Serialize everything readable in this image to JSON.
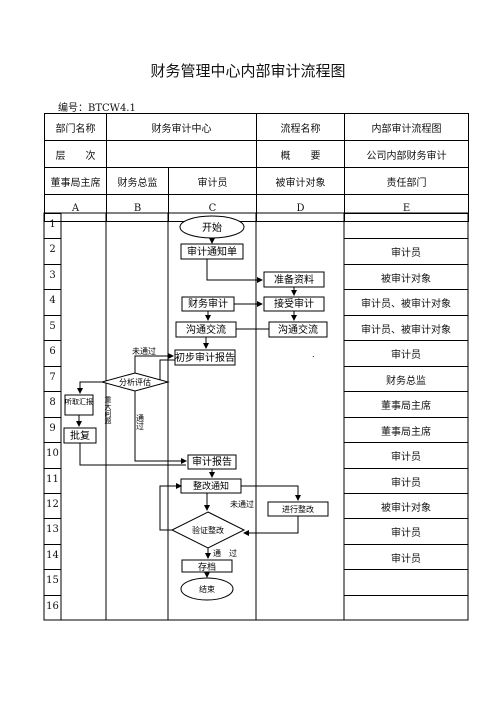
{
  "title": "财务管理中心内部审计流程图",
  "code": "编号：BTCW4.1",
  "header": {
    "row1": [
      "部门名称",
      "财务审计中心",
      "流程名称",
      "内部审计流程图"
    ],
    "row2": [
      "层　　次",
      "",
      "概　　要",
      "公司内部财务审计"
    ],
    "row3": [
      "董事局主席",
      "财务总监",
      "审计员",
      "被审计对象",
      "责任部门"
    ],
    "row4": [
      "A",
      "B",
      "C",
      "D",
      "E"
    ]
  },
  "rows": [
    "1",
    "2",
    "3",
    "4",
    "5",
    "6",
    "7",
    "8",
    "9",
    "10",
    "11",
    "12",
    "13",
    "14",
    "15",
    "16"
  ],
  "responsible": [
    "",
    "审计员",
    "被审计对象",
    "审计员、被审计对象",
    "审计员、被审计对象",
    "审计员",
    "财务总监",
    "董事局主席",
    "董事局主席",
    "审计员",
    "审计员",
    "被审计对象",
    "审计员",
    "审计员",
    "",
    ""
  ],
  "nodes": {
    "start": "开始",
    "notice": "审计通知单",
    "prepare": "准备资料",
    "fin_audit": "财务审计",
    "accept_audit": "接受审计",
    "comm1": "沟通交流",
    "comm2": "沟通交流",
    "prelim_report": "初步审计报告",
    "analysis": "分析评估",
    "hear_report": "听取汇报",
    "approve": "批复",
    "audit_report": "审计报告",
    "rectify_notice": "整改通知",
    "rectify_do": "进行整改",
    "verify": "验证整改",
    "archive": "存档",
    "end": "结束"
  },
  "labels": {
    "not_passed_1": "未通过",
    "major_issue": "重大问题",
    "passed_1": "通过",
    "not_passed_2": "未通过",
    "passed_2": "通　过"
  }
}
